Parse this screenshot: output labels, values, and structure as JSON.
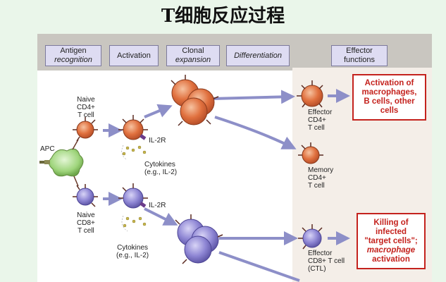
{
  "page_title": "T细胞反应过程",
  "phases": {
    "antigen_recognition": [
      "Antigen",
      "recognition"
    ],
    "activation": "Activation",
    "clonal_expansion": [
      "Clonal",
      "expansion"
    ],
    "differentiation": "Differentiation",
    "effector_functions": [
      "Effector",
      "functions"
    ]
  },
  "labels": {
    "apc": "APC",
    "naive_cd4": "Naive\nCD4+\nT cell",
    "naive_cd8": "Naive\nCD8+\nT cell",
    "il2r_top": "IL-2R",
    "il2r_bottom": "IL-2R",
    "cytokines_top": "Cytokines\n(e.g., IL-2)",
    "cytokines_bottom": "Cytokines\n(e.g., IL-2)",
    "effector_cd4": "Effector\nCD4+\nT cell",
    "memory_cd4": "Memory\nCD4+\nT cell",
    "effector_cd8": "Effector\nCD8+ T cell\n(CTL)"
  },
  "effects": {
    "cd4_effect": [
      "Activation of",
      "macrophages,",
      "B cells, other",
      "cells"
    ],
    "cd8_effect": [
      "Killing of",
      "infected",
      "\"target cells\";",
      "macrophage",
      "activation"
    ]
  },
  "colors": {
    "cd4_cell": "#e0703e",
    "cd8_cell": "#8e86d4",
    "apc": "#9fd57c",
    "arrow": "#8d8fc8",
    "effect_text": "#c4221d"
  }
}
